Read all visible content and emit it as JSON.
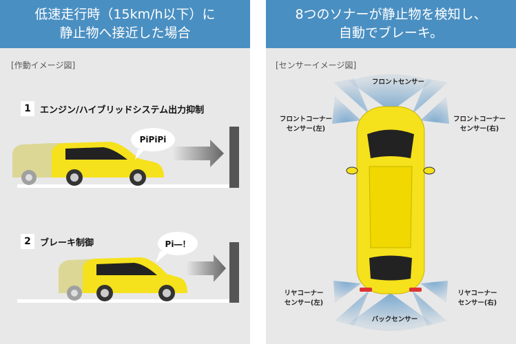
{
  "left_panel": {
    "header_line1": "低速走行時（15km/h以下）に",
    "header_line2": "静止物へ接近した場合",
    "caption": "[作動イメージ図]",
    "step1": {
      "number": "1",
      "label": "エンジン/ハイブリッドシステム出力抑制",
      "sound": "PiPiPi"
    },
    "step2": {
      "number": "2",
      "label": "ブレーキ制御",
      "sound": "Pi―！"
    }
  },
  "right_panel": {
    "header_line1": "8つのソナーが静止物を検知し、",
    "header_line2": "自動でブレーキ。",
    "caption": "[センサーイメージ図]",
    "sensors": {
      "front": "フロントセンサー",
      "front_left": [
        "フロントコーナー",
        "センサー(左)"
      ],
      "front_right": [
        "フロントコーナー",
        "センサー(右)"
      ],
      "rear_left": [
        "リヤコーナー",
        "センサー(左)"
      ],
      "rear_right": [
        "リヤコーナー",
        "センサー(右)"
      ],
      "back": "バックセンサー"
    }
  },
  "colors": {
    "header_blue": "#4a8fc2",
    "car_yellow": "#f5e11c",
    "car_faded": "#d9d27a",
    "sensor_blue": "#6fa2cc",
    "wall": "#555555",
    "arrow": "#666666"
  }
}
